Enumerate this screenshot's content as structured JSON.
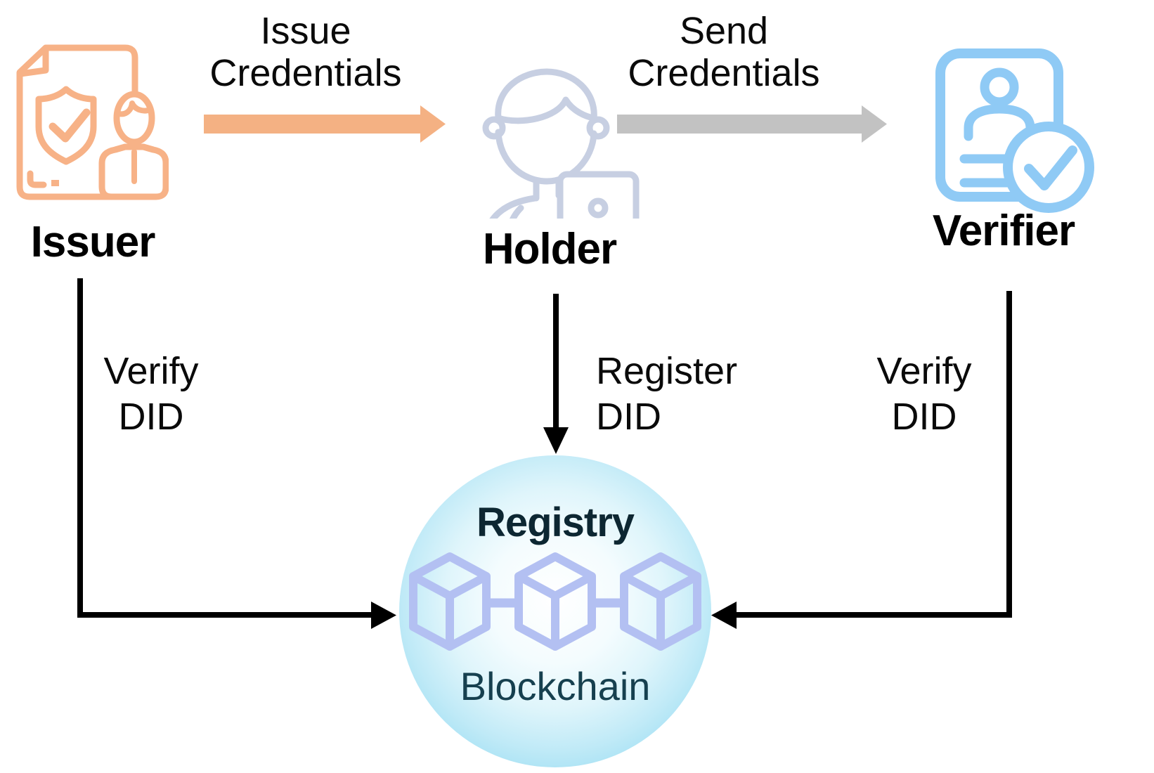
{
  "entities": {
    "issuer": {
      "label": "Issuer"
    },
    "holder": {
      "label": "Holder"
    },
    "verifier": {
      "label": "Verifier"
    }
  },
  "flows": {
    "issue": {
      "line1": "Issue",
      "line2": "Credentials"
    },
    "send": {
      "line1": "Send",
      "line2": "Credentials"
    },
    "verify_left": {
      "line1": "Verify",
      "line2": "DID"
    },
    "register": {
      "line1": "Register",
      "line2": "DID"
    },
    "verify_right": {
      "line1": "Verify",
      "line2": "DID"
    }
  },
  "registry": {
    "title": "Registry",
    "subtitle": "Blockchain"
  },
  "icons": {
    "issuer": "document-shield-user-icon",
    "holder": "person-laptop-icon",
    "verifier": "id-card-check-icon",
    "registry": "blockchain-cubes-icon",
    "issue_arrow": "right-arrow-orange",
    "send_arrow": "right-arrow-gray"
  },
  "colors": {
    "issuer_orange": "#F7B287",
    "arrow_orange": "#F4B183",
    "holder_gray": "#C7CFE2",
    "arrow_gray": "#C2C2C2",
    "verifier_blue": "#8FCAF5",
    "connector": "#000000",
    "cube_purple": "#B3C0F2",
    "circle_edge": "#7DD1EE",
    "registry_text": "#0D2732",
    "blockchain_text": "#16404F"
  }
}
